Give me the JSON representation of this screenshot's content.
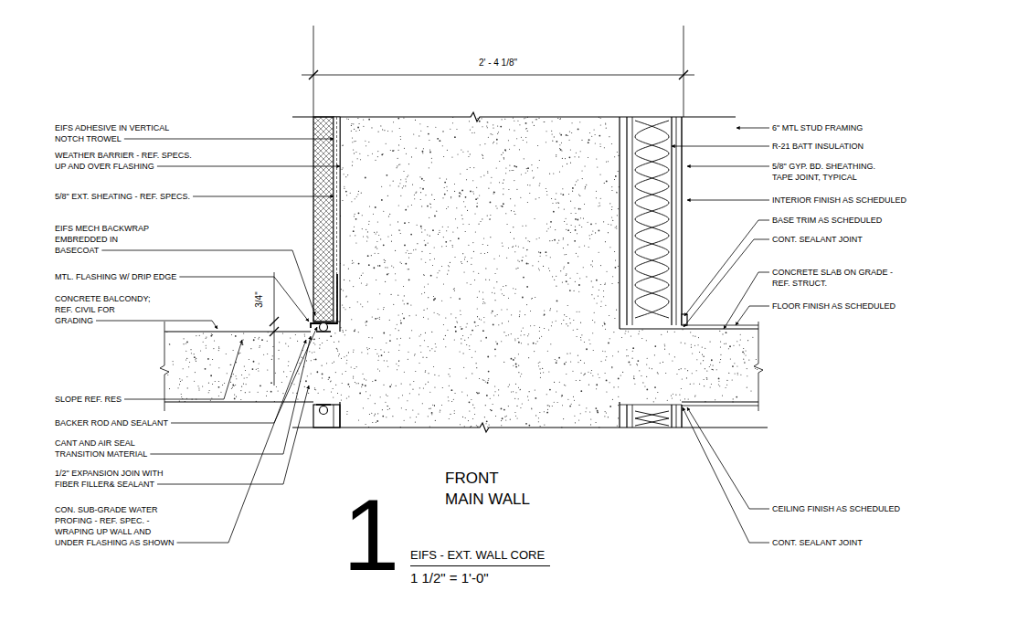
{
  "diagram": {
    "title": "EIFS - EXT. WALL CORE",
    "labels": [
      "EIFS ADHESIVE IN VERTICAL NOTCH TROWEL",
      "WEATHER BARRIER - REF. SPECS. UP AND OVER FLASHING",
      "5/8\" EXT. SHEATING - REF. SPECS.",
      "EIFS MECH BACKWRAP EMBREDDED IN BASECOAT",
      "MTL. FLASHING W/ DRIP EDGE",
      "CONCRETE BALCONDY; REF. CIVIL FOR GRADING",
      "SLOPE REF. RES",
      "BACKER ROD AND SEALANT",
      "CANT AND AIR SEAL TRANSITION MATERIAL",
      "1/2\" EXPANSION JOIN WITH FIBER FILLER& SEALANT",
      "CON. SUB-GRADE WATER PROFING - REF. SPEC. - WRAPING UP WALL AND UNDER FLASHING AS SHOWN",
      "6\" MTL STUD FRAMING",
      "R-21 BATT INSULATION",
      "5/8\" GYP. BD. SHEATHING. TAPE JOINT, TYPICAL",
      "INTERIOR FINISH AS SCHEDULED",
      "BASE TRIM AS SCHEDULED",
      "CONT. SEALANT JOINT",
      "CONCRETE SLAB ON GRADE - REF. STRUCT.",
      "FLOOR FINISH AS SCHEDULED",
      "CEILING FINISH AS SCHEDULED",
      "CONT. SEALANT JOINT",
      "2' - 4 1/8\"",
      "3/4\"",
      "FRONT MAIN WALL",
      "1",
      "1 1/2\" = 1'-0\""
    ]
  }
}
